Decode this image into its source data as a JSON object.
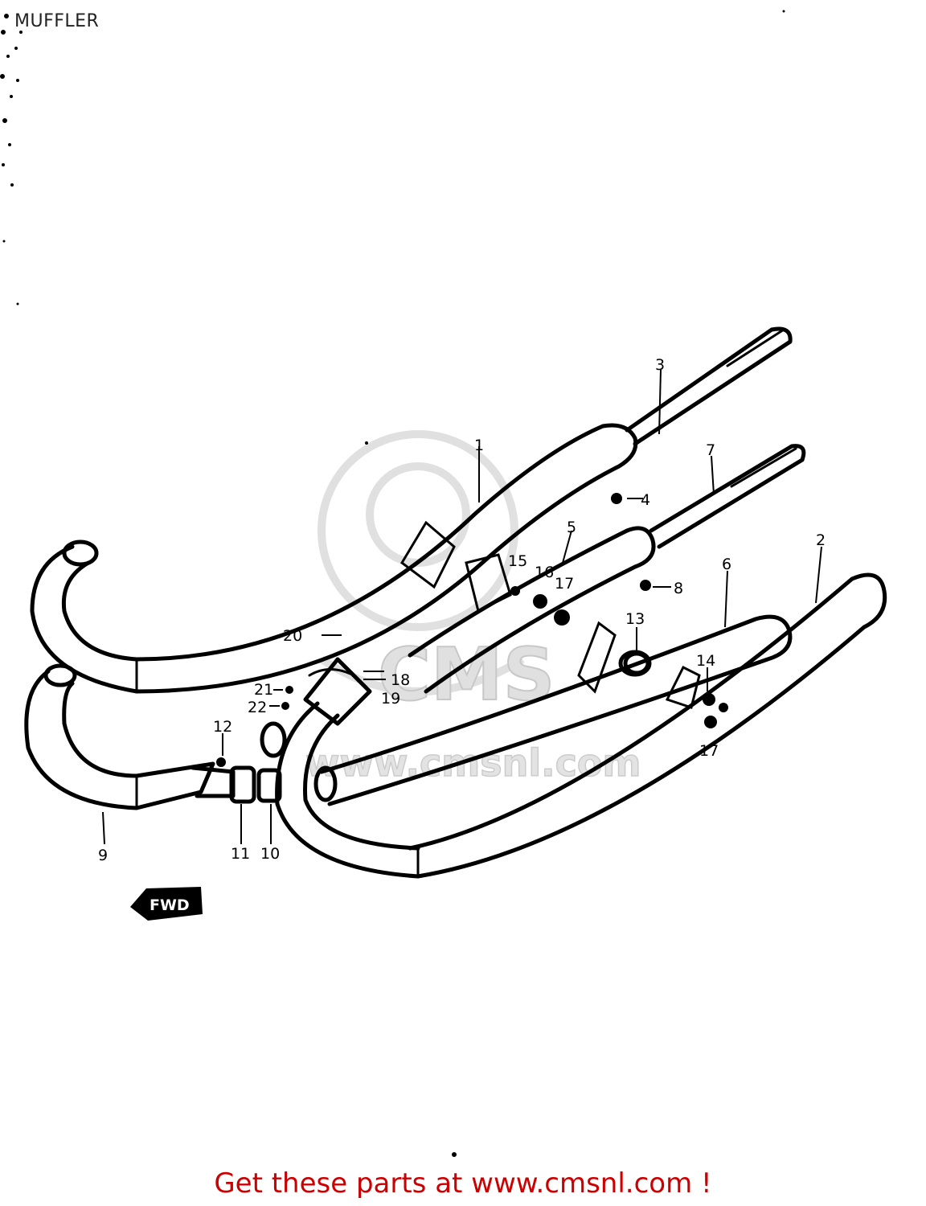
{
  "title": "MUFFLER",
  "footer": {
    "text": "Get these parts at www.cmsnl.com !",
    "color": "#cc0000"
  },
  "watermark": {
    "text": "www.cmsnl.com",
    "brand": "CMS"
  },
  "fwd_label": "FWD",
  "note_label": "",
  "part_labels": {
    "p1": "1",
    "p2": "2",
    "p3": "3",
    "p4": "4",
    "p5": "5",
    "p6": "6",
    "p7": "7",
    "p8": "8",
    "p9": "9",
    "p10": "10",
    "p11": "11",
    "p12": "12",
    "p13": "13",
    "p14": "14",
    "p15": "15",
    "p16": "16",
    "p17a": "17",
    "p17b": "17",
    "p18": "18",
    "p19": "19",
    "p20": "20",
    "p21": "21",
    "p22": "22"
  }
}
